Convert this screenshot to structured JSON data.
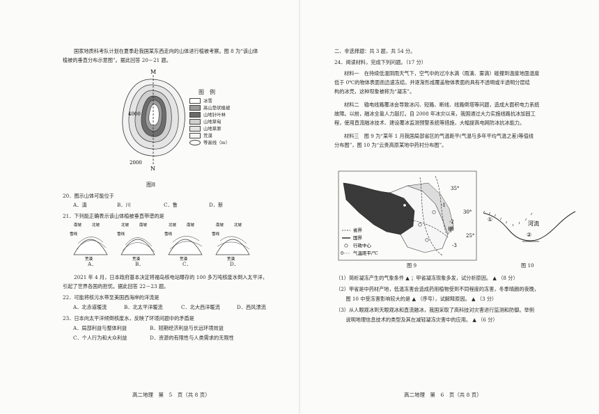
{
  "left": {
    "intro_lines": [
      "国家地质科考队计划在夏季赴我国某东西走向的山体进行植被考察。图 8 为“该山体",
      "植被的垂直分布示意图”。据此回答 20－21 题。"
    ],
    "legend": {
      "title": "图　例",
      "items": [
        {
          "label": "冰雪",
          "fill": "#ffffff"
        },
        {
          "label": "高山垫状植被",
          "fill": "#9a9a9a"
        },
        {
          "label": "山地针叶林",
          "fill": "#6a6a6a"
        },
        {
          "label": "山地草甸",
          "fill": "#cfcfcf"
        },
        {
          "label": "山地草原",
          "fill": "#e2e2e2"
        },
        {
          "label": "荒漠",
          "fill": "#f4f4f4"
        },
        {
          "label": "等高线（m）",
          "fill": "none"
        }
      ]
    },
    "map_labels": {
      "north": "M",
      "south": "N",
      "contour_high": "4000",
      "contour_low": "2000"
    },
    "fig8_caption": "图8",
    "q20": {
      "stem": "20．图示山体可能位于",
      "options": [
        "A．滇",
        "B．川",
        "C．鲁",
        "D．新"
      ]
    },
    "q21": {
      "stem": "21．下列能正确表示该山体植被垂直带谱的是",
      "options": [
        "A．",
        "B．",
        "C．",
        "D．"
      ]
    },
    "mini_labels": {
      "south_slope": "南坡",
      "north_slope": "北坡",
      "snow": "雪线",
      "desert": "荒漠"
    },
    "passage_lines": [
      "2021 年 4 月，日本政府基本决定将福岛核电站曝存的 100 多万吨核废水倒入太平洋，",
      "引起了世界各国的担忧。据此回答 22－23 题。"
    ],
    "q22": {
      "stem": "22．可能将核污水带至美国西海岸的洋流是",
      "options": [
        "A．北赤道暖流",
        "B．北太平洋暖流",
        "C．北大西洋暖流",
        "D．西风漂流"
      ]
    },
    "q23": {
      "stem": "23．日本向太平洋倾倒核废水，反映了环境问题中的矛盾是",
      "options": [
        "A．局部利益与整体利益",
        "B．短期经济利益与长远环境效益",
        "C．个人行为和大众利益",
        "D．资源的有限性与人类需求的无限性"
      ]
    },
    "footer": "高二地理　第　5　页（共 8 页）"
  },
  "right": {
    "section_title": "二、非选择题：共 3 题，共 54 分。",
    "q24_head": "24．阅读材料，完成下列问题。（17 分）",
    "material1": [
      "材料一　在持续低温阴雨天气下，空气中的过冷水滴（雨滴、雾滴）碰撞到温度地面温度",
      "低于 0℃的物体表面而迅速冻结，并逐渐形成覆盖物体表面的具有不透明或半透明分层结",
      "构的冰壳，这种现象被称为“凝冻”。"
    ],
    "material2": [
      "材料二　输电线路覆冰会导致冰闪、短路、断线、线路倒塔等问题，造成大面积电力系统",
      "故障。以前，融冰全靠人力敲打。自 2008 年冰灾以来，我国通过大力实施线路抗冰加固工",
      "程，使用直流融冰技术、建设覆冰监测预警系统等措施，大幅提高电网防冰抗冰能力。"
    ],
    "material3": [
      "材料三　图 9 为“某年 1 月我国局部省区的气温距平(气温与多年平均气温之差)等值线",
      "分布图”，图 10 为“云贵高原某地中药村分布图”。"
    ],
    "fig9": {
      "caption": "图 9",
      "lat_labels": [
        "35°",
        "30°",
        "25°"
      ],
      "isoline_labels": [
        "-1",
        "-2",
        "-3"
      ],
      "place_label": "甲",
      "legend": [
        "省界",
        "国界",
        "行政中心",
        "气温距平/℃"
      ],
      "legend_zero": "0"
    },
    "fig10": {
      "caption": "图 10",
      "river_label": "河流",
      "markers": [
        "①",
        "②"
      ]
    },
    "q1": [
      "（1）简析凝冻产生的气象条件 ▲ ；甲省凝冻现象多发，试分析原因。 ▲ （8 分）"
    ],
    "q2": [
      "（2）甲省是中药材产地，低温冻害会造成药用植物受到不同程度的冻害，冬季晴朗的夜晚，",
      "　　图 10 中受冻害影响较大的是 ▲ （序号），试解释原因。 ▲ （3 分）"
    ],
    "q3": [
      "（3）从人眼观冰到天眼观冰和直流融冰，我国采取了高科技对灾害进行监测和防御。举例",
      "　　说明地理信息技术的类型及其在减轻凝冻灾害中的应用。 ▲ （6 分）"
    ],
    "footer": "高二地理　第　6　页（共 8 页）"
  }
}
